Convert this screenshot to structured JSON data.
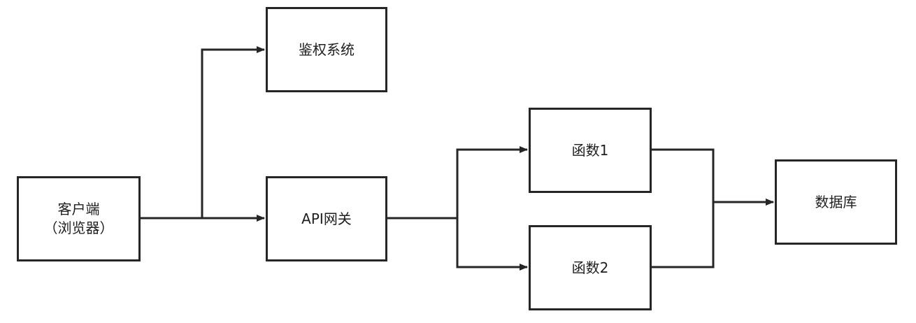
{
  "diagram": {
    "nodes": {
      "client": {
        "label": "客户端\n（浏览器）"
      },
      "auth": {
        "label": "鉴权系统"
      },
      "gateway": {
        "label": "API网关"
      },
      "func1": {
        "label": "函数1"
      },
      "func2": {
        "label": "函数2"
      },
      "db": {
        "label": "数据库"
      }
    },
    "edges": [
      {
        "from": "client",
        "to": "auth"
      },
      {
        "from": "client",
        "to": "gateway"
      },
      {
        "from": "gateway",
        "to": "func1"
      },
      {
        "from": "gateway",
        "to": "func2"
      },
      {
        "from": "func1",
        "to": "db"
      },
      {
        "from": "func2",
        "to": "db"
      }
    ],
    "colors": {
      "stroke": "#262626",
      "text": "#1f1f1f",
      "background": "#ffffff"
    }
  }
}
